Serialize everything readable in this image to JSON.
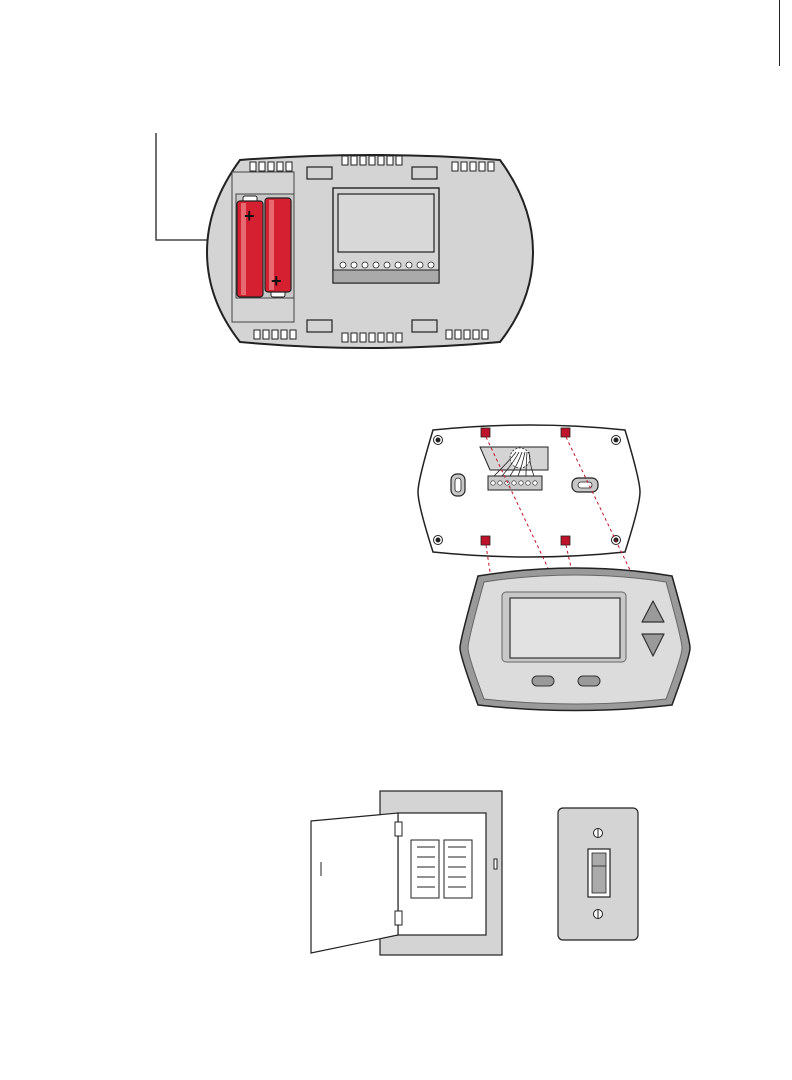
{
  "figures": [
    {
      "id": "battery-installation",
      "items": [
        "thermostat-back",
        "aa-batteries",
        "callout-leader",
        "terminal-block"
      ]
    },
    {
      "id": "wallplate-mounting",
      "items": [
        "wallplate",
        "wire-terminals",
        "mounting-tabs",
        "thermostat-front",
        "up-button",
        "down-button"
      ]
    },
    {
      "id": "power-off",
      "items": [
        "breaker-panel",
        "light-switch"
      ]
    }
  ],
  "battery_polarity": {
    "top": "+",
    "bottom": "+"
  },
  "colors": {
    "battery_red": "#d42030",
    "tab_red": "#c0122a",
    "housing_gray": "#d4d4d4",
    "outline": "#222222"
  }
}
